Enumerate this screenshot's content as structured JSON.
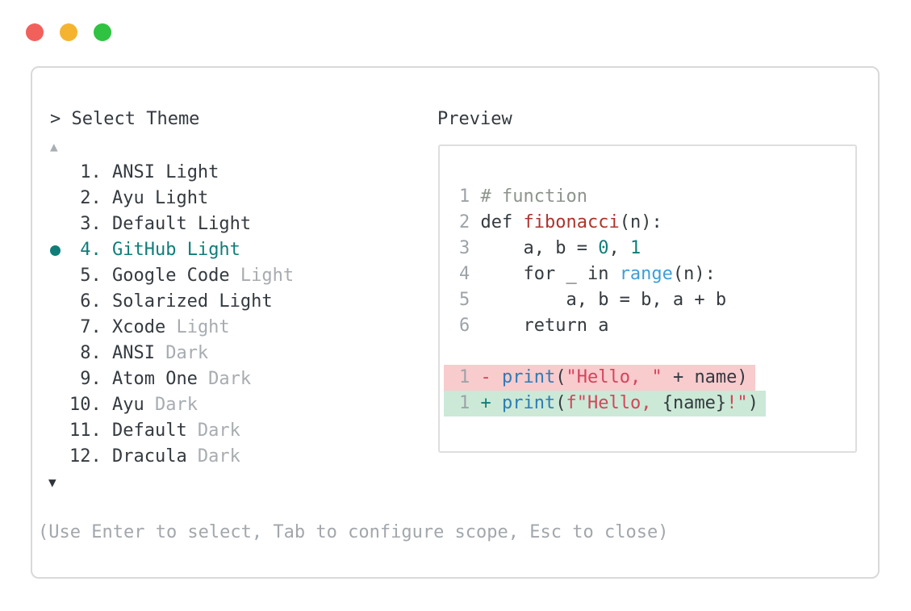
{
  "colors": {
    "traffic_red": "#f2605c",
    "traffic_yellow": "#f4b42f",
    "traffic_green": "#2fc341",
    "accent_teal": "#0f7d79",
    "text_dark": "#343a40",
    "text_dim": "#a7acb1",
    "line_number_gray": "#9da3a8",
    "comment_green_gray": "#8d948c",
    "function_red": "#ac352c",
    "number_teal": "#0f7d79",
    "builtin_blue": "#3d9ed9",
    "call_blue": "#2e7cb5",
    "string_red": "#d5445c",
    "diff_remove_bg": "#f8cbcd",
    "diff_add_bg": "#cbe9d6"
  },
  "theme_selector": {
    "title": "> Select Theme",
    "scroll_up": "▲",
    "scroll_down": "▼",
    "items": [
      {
        "number": "1.",
        "name": "ANSI",
        "variant": "Light",
        "variant_dimmed": false,
        "selected": false
      },
      {
        "number": "2.",
        "name": "Ayu",
        "variant": "Light",
        "variant_dimmed": false,
        "selected": false
      },
      {
        "number": "3.",
        "name": "Default",
        "variant": "Light",
        "variant_dimmed": false,
        "selected": false
      },
      {
        "number": "4.",
        "name": "GitHub",
        "variant": "Light",
        "variant_dimmed": false,
        "selected": true
      },
      {
        "number": "5.",
        "name": "Google Code",
        "variant": "Light",
        "variant_dimmed": true,
        "selected": false
      },
      {
        "number": "6.",
        "name": "Solarized",
        "variant": "Light",
        "variant_dimmed": false,
        "selected": false
      },
      {
        "number": "7.",
        "name": "Xcode",
        "variant": "Light",
        "variant_dimmed": true,
        "selected": false
      },
      {
        "number": "8.",
        "name": "ANSI",
        "variant": "Dark",
        "variant_dimmed": true,
        "selected": false
      },
      {
        "number": "9.",
        "name": "Atom One",
        "variant": "Dark",
        "variant_dimmed": true,
        "selected": false
      },
      {
        "number": "10.",
        "name": "Ayu",
        "variant": "Dark",
        "variant_dimmed": true,
        "selected": false
      },
      {
        "number": "11.",
        "name": "Default",
        "variant": "Dark",
        "variant_dimmed": true,
        "selected": false
      },
      {
        "number": "12.",
        "name": "Dracula",
        "variant": "Dark",
        "variant_dimmed": true,
        "selected": false
      }
    ]
  },
  "preview": {
    "title": "Preview",
    "lines": [
      {
        "number": "1",
        "diff": null,
        "tokens": [
          {
            "t": "# function",
            "c": "comment"
          }
        ]
      },
      {
        "number": "2",
        "diff": null,
        "tokens": [
          {
            "t": "def ",
            "c": "text"
          },
          {
            "t": "fibonacci",
            "c": "function"
          },
          {
            "t": "(n):",
            "c": "text"
          }
        ]
      },
      {
        "number": "3",
        "diff": null,
        "tokens": [
          {
            "t": "    a, b = ",
            "c": "text"
          },
          {
            "t": "0",
            "c": "number"
          },
          {
            "t": ", ",
            "c": "text"
          },
          {
            "t": "1",
            "c": "number"
          }
        ]
      },
      {
        "number": "4",
        "diff": null,
        "tokens": [
          {
            "t": "    for _ in ",
            "c": "text"
          },
          {
            "t": "range",
            "c": "builtin"
          },
          {
            "t": "(n):",
            "c": "text"
          }
        ]
      },
      {
        "number": "5",
        "diff": null,
        "tokens": [
          {
            "t": "        a, b = b, a + b",
            "c": "text"
          }
        ]
      },
      {
        "number": "6",
        "diff": null,
        "tokens": [
          {
            "t": "    return a",
            "c": "text"
          }
        ]
      },
      {
        "blank": true
      },
      {
        "number": "1",
        "diff": "remove",
        "tokens": [
          {
            "t": "- ",
            "c": "removed-sign"
          },
          {
            "t": "print",
            "c": "call"
          },
          {
            "t": "(",
            "c": "text"
          },
          {
            "t": "\"Hello, \"",
            "c": "string"
          },
          {
            "t": " + name)",
            "c": "text"
          }
        ]
      },
      {
        "number": "1",
        "diff": "add",
        "tokens": [
          {
            "t": "+ ",
            "c": "added-sign"
          },
          {
            "t": "print",
            "c": "call"
          },
          {
            "t": "(",
            "c": "text"
          },
          {
            "t": "f\"Hello, ",
            "c": "string"
          },
          {
            "t": "{name}",
            "c": "text"
          },
          {
            "t": "!\"",
            "c": "string"
          },
          {
            "t": ")",
            "c": "text"
          }
        ]
      }
    ]
  },
  "footer": {
    "hint": "(Use Enter to select, Tab to configure scope, Esc to close)"
  }
}
